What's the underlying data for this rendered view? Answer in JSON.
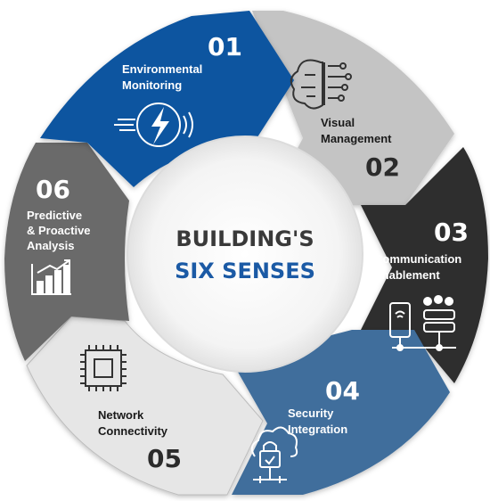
{
  "title": {
    "line1": "BUILDING'S",
    "line2": "SIX SENSES"
  },
  "colors": {
    "s1": "#0e55a0",
    "s2": "#c4c4c4",
    "s3": "#2f2f2f",
    "s4": "#3f6e9c",
    "s5": "#e6e6e6",
    "s6": "#6a6a6a",
    "title_dark": "#3a3a3a",
    "title_accent": "#1b5aa5"
  },
  "segments": [
    {
      "number": "01",
      "label_lines": [
        "Environmental",
        "Monitoring"
      ],
      "icon": "lightning-sensor-icon"
    },
    {
      "number": "02",
      "label_lines": [
        "Visual",
        "Management"
      ],
      "icon": "brain-circuit-icon"
    },
    {
      "number": "03",
      "label_lines": [
        "Communication",
        "Enablement"
      ],
      "icon": "device-network-icon"
    },
    {
      "number": "04",
      "label_lines": [
        "Security",
        "Integration"
      ],
      "icon": "cloud-lock-icon"
    },
    {
      "number": "05",
      "label_lines": [
        "Network",
        "Connectivity"
      ],
      "icon": "chip-icon"
    },
    {
      "number": "06",
      "label_lines": [
        "Predictive",
        "& Proactive",
        "Analysis"
      ],
      "icon": "bar-chart-growth-icon"
    }
  ]
}
